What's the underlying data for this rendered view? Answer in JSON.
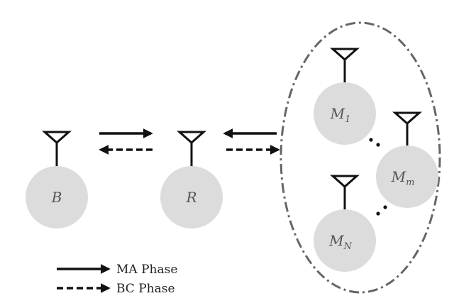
{
  "nodes": {
    "base": {
      "label": "B",
      "sub": ""
    },
    "relay": {
      "label": "R",
      "sub": ""
    },
    "m1": {
      "label": "M",
      "sub": "1"
    },
    "mm": {
      "label": "M",
      "sub": "m"
    },
    "mn": {
      "label": "M",
      "sub": "N"
    }
  },
  "legend": {
    "ma_label": "MA Phase",
    "bc_label": "BC Phase"
  },
  "colors": {
    "node_fill": "#dcdcdc",
    "line": "#111111",
    "cluster_border": "#666666"
  }
}
